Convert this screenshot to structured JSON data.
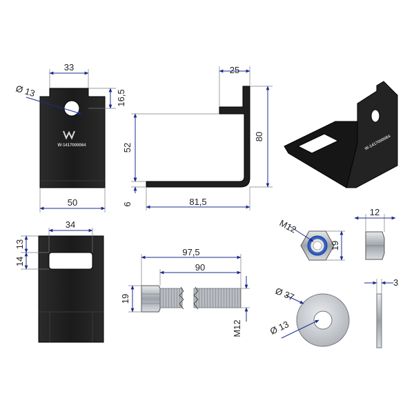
{
  "colors": {
    "steel": "#1f1f1f",
    "steel_edge": "#000000",
    "dimension_line": "#1c2b8f",
    "zinc": "#c8cbcf",
    "nut_insert": "#2a5fd6"
  },
  "logo_mark": "W",
  "part_code": "W-1417000064",
  "dimensions": {
    "front_top_width": "33",
    "front_hole_dia": "Ø 13",
    "front_hole_height": "16,5",
    "front_width": "50",
    "side_top_length": "25",
    "side_height": "80",
    "side_flange": "52",
    "side_thickness": "6",
    "side_bottom_length": "81,5",
    "base_slot_width": "34",
    "base_upper": "13",
    "base_slot_height": "14",
    "bolt_total": "97,5",
    "bolt_thread": "90",
    "bolt_head": "19",
    "bolt_thread_size": "M12",
    "nut_size": "M12",
    "nut_across_flats": "19",
    "nut_height": "12",
    "washer_outer": "Ø 37",
    "washer_inner": "Ø 13",
    "washer_thickness": "3"
  }
}
